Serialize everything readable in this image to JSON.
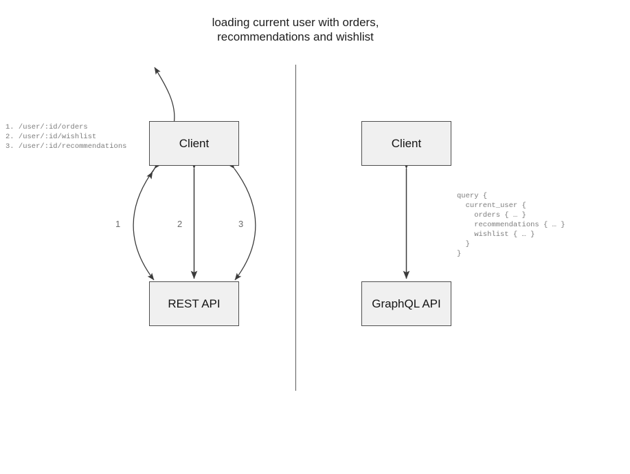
{
  "title": "loading current user with orders,\nrecommendations and wishlist",
  "divider": {
    "name": "vertical-divider"
  },
  "left_side": {
    "nodes": {
      "client": "Client",
      "api": "REST API"
    },
    "endpoints_text": "1. /user/:id/orders\n2. /user/:id/wishlist\n3. /user/:id/recommendations",
    "endpoints": [
      {
        "number": "1",
        "path": "/user/:id/orders"
      },
      {
        "number": "2",
        "path": "/user/:id/wishlist"
      },
      {
        "number": "3",
        "path": "/user/:id/recommendations"
      }
    ],
    "edge_labels": {
      "one": "1",
      "two": "2",
      "three": "3"
    }
  },
  "right_side": {
    "nodes": {
      "client": "Client",
      "api": "GraphQL API"
    },
    "query_text": "query {\n  current_user {\n    orders { … }\n    recommendations { … }\n    wishlist { … }\n  }\n}",
    "query_lines": [
      "query {",
      "  current_user {",
      "    orders { … }",
      "    recommendations { … }",
      "    wishlist { … }",
      "  }",
      "}"
    ]
  },
  "colors": {
    "box_fill": "#f0f0f0",
    "box_border": "#4d4d4d",
    "arrow": "#3b3b3b",
    "divider": "#5a5a5a",
    "mono_text": "#7d7d7d",
    "title_text": "#1d1d1d",
    "background": "#ffffff"
  }
}
